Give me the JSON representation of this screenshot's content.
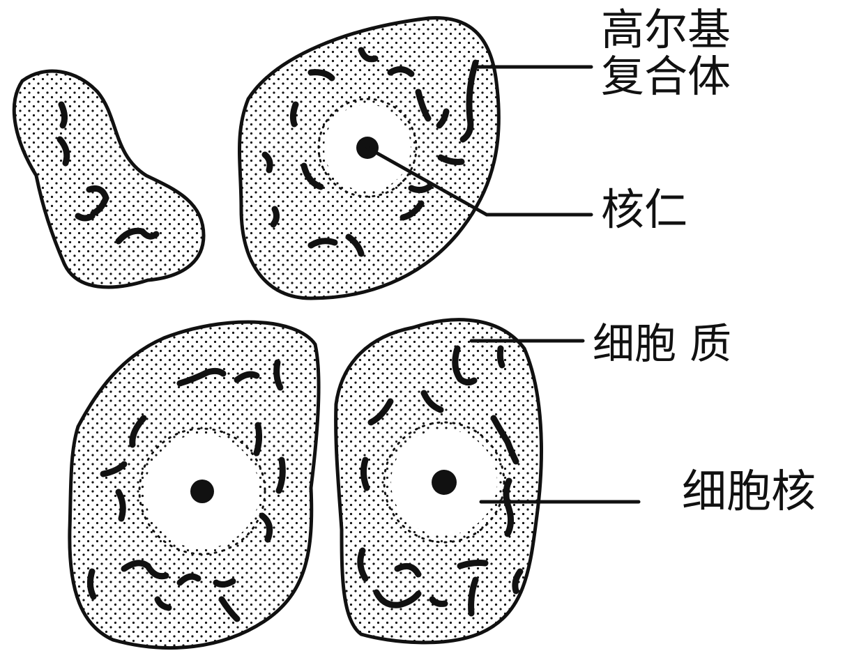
{
  "diagram": {
    "labels": {
      "golgi_complex": "高尔基复合体",
      "nucleolus": "核仁",
      "cytoplasm": "细胞 质",
      "nucleus": "细胞核"
    }
  },
  "colors": {
    "ink": "#111111",
    "background": "#ffffff"
  }
}
